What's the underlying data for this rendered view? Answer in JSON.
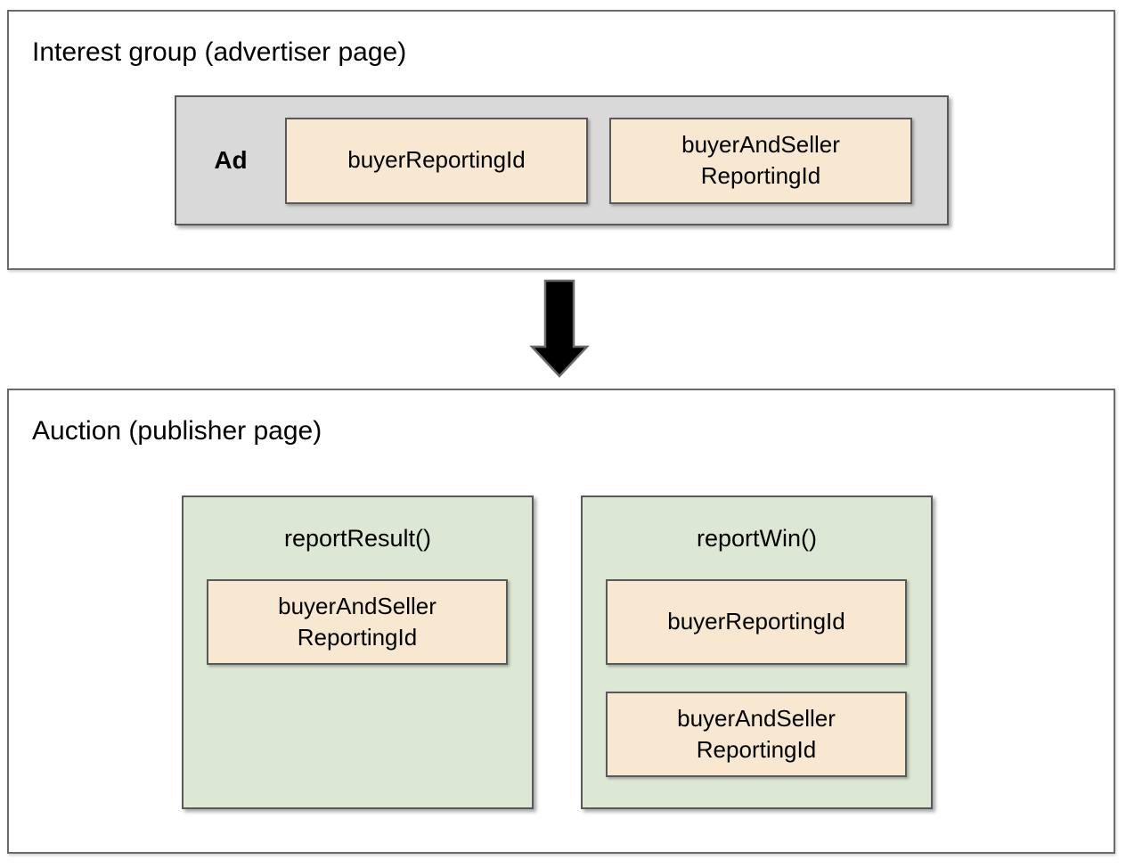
{
  "colors": {
    "page_background": "#ffffff",
    "outer_border": "#6a6a6a",
    "inner_border": "#595959",
    "ad_fill": "#d9d9d9",
    "field_fill": "#f8e8d1",
    "function_fill": "#dde8d4",
    "arrow_fill": "#000000",
    "arrow_outline": "#6a6a6a",
    "text": "#000000"
  },
  "interest_group": {
    "title": "Interest group (advertiser page)",
    "ad": {
      "label": "Ad",
      "fields": {
        "buyer_reporting_id": "buyerReportingId",
        "buyer_and_seller_reporting_id": "buyerAndSeller\nReportingId"
      }
    }
  },
  "auction": {
    "title": "Auction (publisher page)",
    "report_result": {
      "title": "reportResult()",
      "fields": {
        "buyer_and_seller_reporting_id": "buyerAndSeller\nReportingId"
      }
    },
    "report_win": {
      "title": "reportWin()",
      "fields": {
        "buyer_reporting_id": "buyerReportingId",
        "buyer_and_seller_reporting_id": "buyerAndSeller\nReportingId"
      }
    }
  }
}
